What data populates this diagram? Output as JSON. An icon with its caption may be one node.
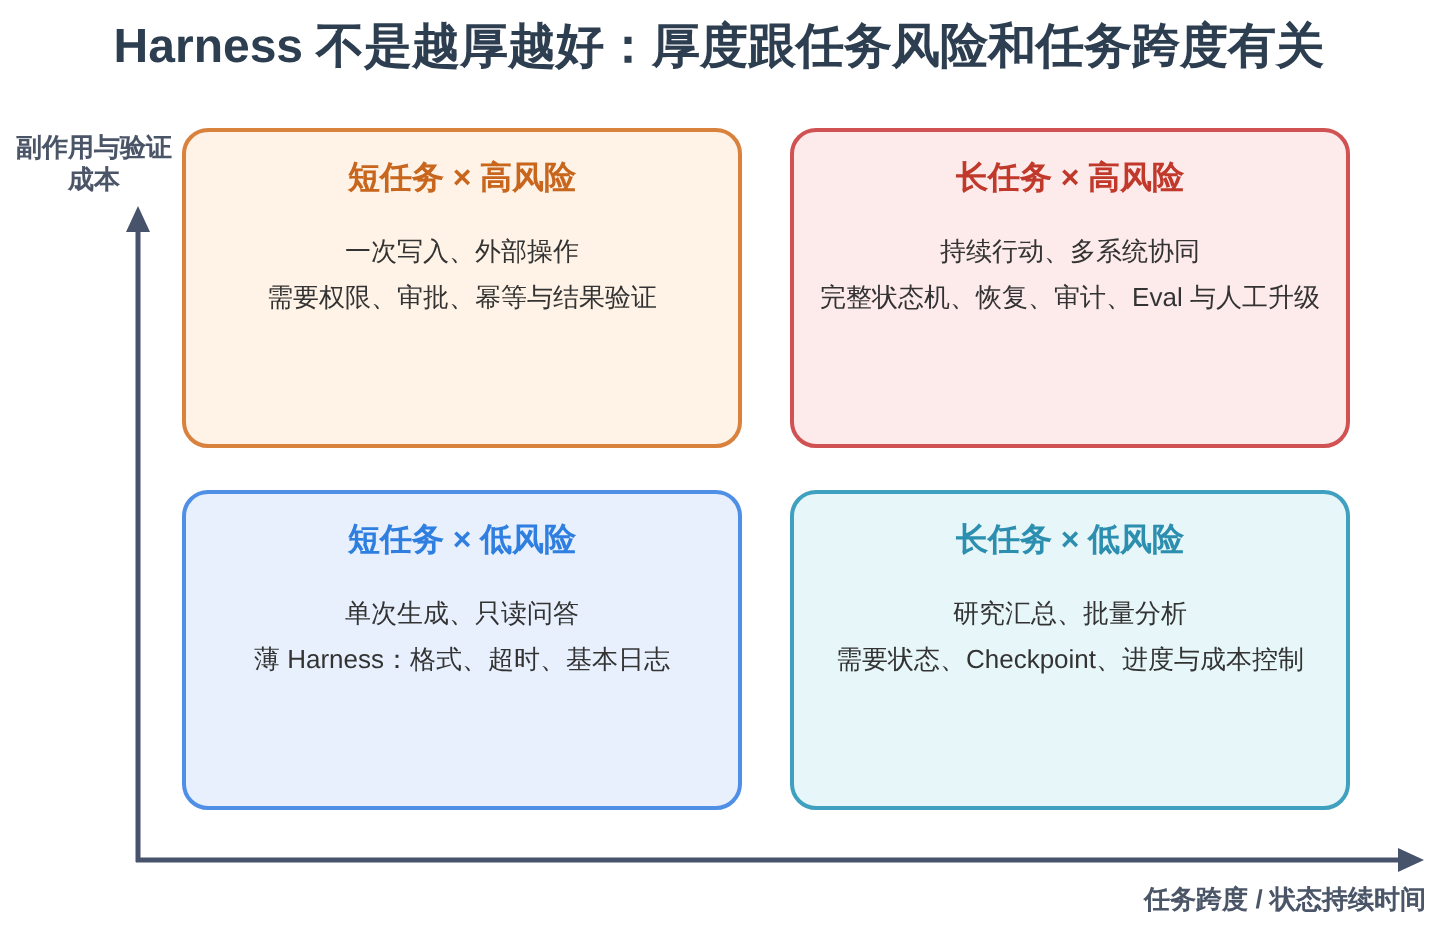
{
  "diagram": {
    "title": "Harness 不是越厚越好：厚度跟任务风险和任务跨度有关",
    "nodes": [
      {
        "text": [
          "短任务 × 高风险",
          "一次写入、外部操作",
          "需要权限、审批、幂等与结果验证"
        ]
      },
      {
        "text": [
          "长任务 × 高风险",
          "持续行动、多系统协同",
          "完整状态机、恢复、审计、Eval 与人工升级"
        ]
      },
      {
        "text": [
          "短任务 × 低风险",
          "单次生成、只读问答",
          "薄 Harness：格式、超时、基本日志"
        ]
      },
      {
        "text": [
          "长任务 × 低风险",
          "研究汇总、批量分析",
          "需要状态、Checkpoint、进度与成本控制"
        ]
      }
    ],
    "labels": [
      "副作用与验证成本",
      "任务跨度 / 状态持续时间"
    ]
  }
}
